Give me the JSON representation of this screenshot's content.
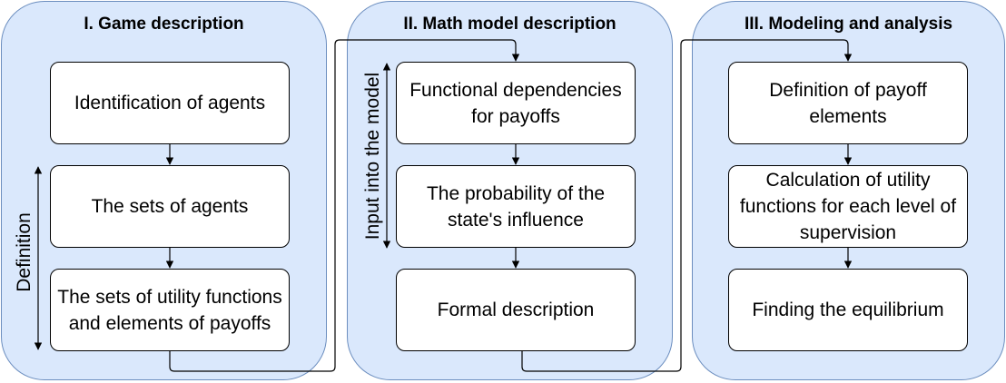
{
  "panels": [
    {
      "title": "I. Game description",
      "boxes": [
        "Identification of agents",
        "The sets of agents",
        "The sets of utility functions and elements of  payoffs"
      ]
    },
    {
      "title": "II. Math model description",
      "boxes": [
        "Functional dependencies for payoffs",
        "The probability of the state's influence",
        "Formal description"
      ]
    },
    {
      "title": "III. Modeling and analysis",
      "boxes": [
        "Definition of payoff elements",
        "Calculation of utility functions for each level of supervision",
        "Finding the equilibrium"
      ]
    }
  ],
  "side_labels": {
    "definition": "Definition",
    "input": "Input into the model"
  },
  "colors": {
    "panel_fill": "#dae8fc",
    "panel_border": "#6c8ebf",
    "box_fill": "#ffffff",
    "line": "#000000"
  }
}
